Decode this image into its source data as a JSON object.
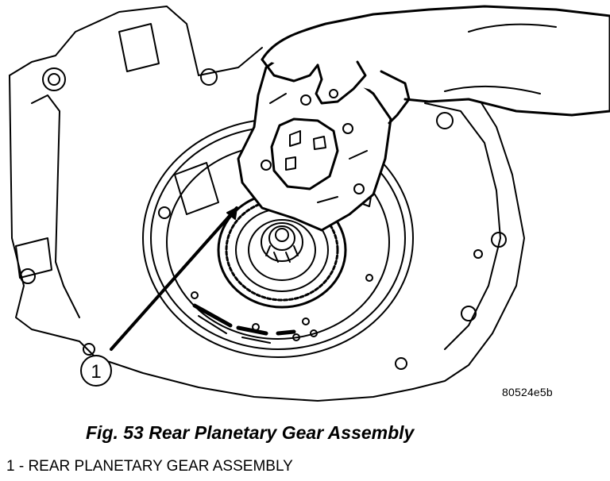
{
  "figure": {
    "title": "Fig. 53 Rear Planetary Gear Assembly",
    "reference_code": "80524e5b",
    "callouts": [
      {
        "number": "1",
        "description": "1 - REAR PLANETARY GEAR ASSEMBLY"
      }
    ]
  },
  "colors": {
    "ink": "#000000",
    "paper": "#ffffff"
  }
}
